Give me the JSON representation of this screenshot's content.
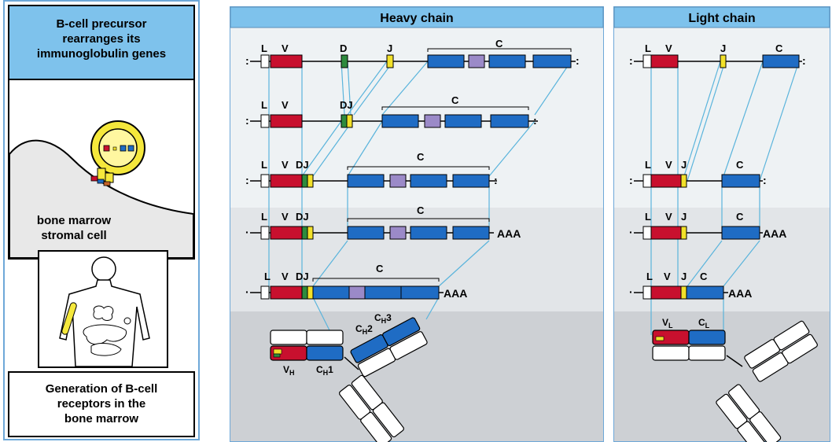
{
  "left": {
    "title": "B-cell precursor rearranges its immunoglobulin genes",
    "title_lines": [
      "B-cell precursor",
      "rearranges its",
      "immunoglobulin genes"
    ],
    "stromal_lines": [
      "bone marrow",
      "stromal cell"
    ],
    "bottom_lines": [
      "Generation of B-cell",
      "receptors in the",
      "bone marrow"
    ]
  },
  "heavy": {
    "title": "Heavy chain",
    "labels": {
      "L": "L",
      "V": "V",
      "D": "D",
      "J": "J",
      "C": "C",
      "DJ": "DJ",
      "AAA": "AAA",
      "VH": "V",
      "VH_sub": "H",
      "CH1": "C",
      "CH1_sub": "H",
      "CH1_num": "1",
      "CH2": "C",
      "CH2_sub": "H",
      "CH2_num": "2",
      "CH3": "C",
      "CH3_sub": "H",
      "CH3_num": "3"
    }
  },
  "light": {
    "title": "Light chain",
    "labels": {
      "L": "L",
      "V": "V",
      "J": "J",
      "C": "C",
      "AAA": "AAA",
      "VL": "V",
      "VL_sub": "L",
      "CL": "C",
      "CL_sub": "L"
    }
  },
  "colors": {
    "panel_border": "#6ea8d8",
    "header_fill": "#7ec2ec",
    "bg_light": "#eef2f4",
    "bg_mid": "#e2e5e8",
    "bg_dark": "#cdd0d4",
    "v_red": "#c8102e",
    "d_green": "#2e8b3e",
    "j_yellow": "#f2e12a",
    "c_blue": "#1f6cc4",
    "c_purple": "#9b8ac8",
    "connector": "#5ab4dc",
    "cell_yellow": "#f5e83c"
  }
}
